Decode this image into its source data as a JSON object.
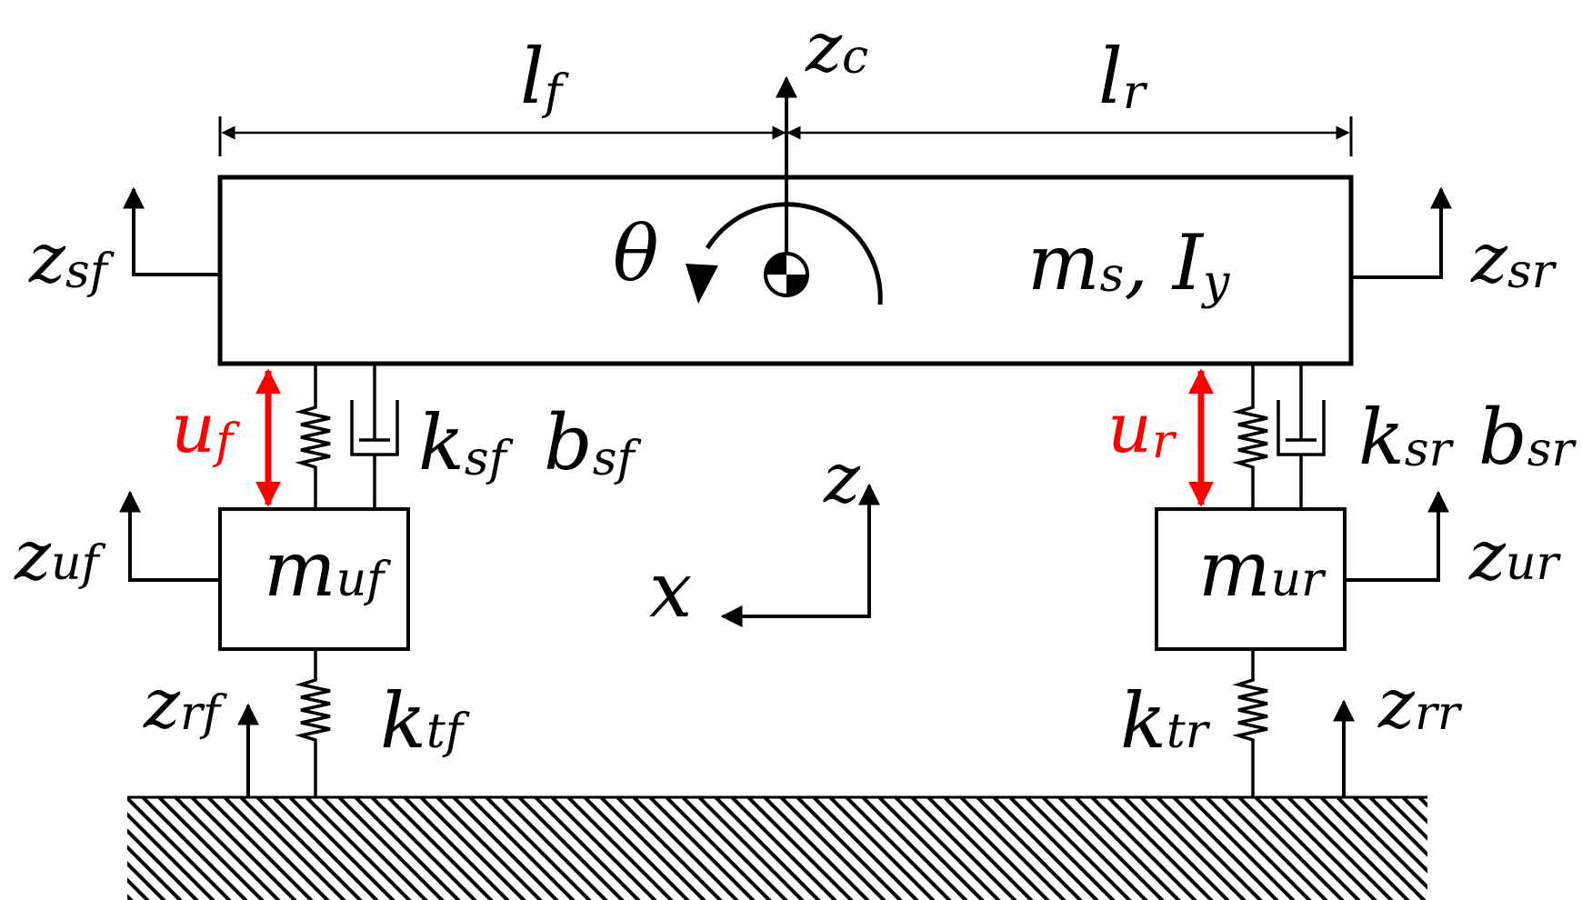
{
  "colors": {
    "line": "#000000",
    "actuator": "#ff0000",
    "background": "#ffffff"
  },
  "labels": {
    "lf": {
      "main": "l",
      "sub": "f"
    },
    "lr": {
      "main": "l",
      "sub": "r"
    },
    "zc": {
      "main": "z",
      "sub": "c"
    },
    "theta": "θ",
    "ms_iy": {
      "m": "m",
      "m_sub": "s",
      "sep": ", ",
      "i": "I",
      "i_sub": "y"
    },
    "zsf": {
      "main": "z",
      "sub": "sf"
    },
    "zsr": {
      "main": "z",
      "sub": "sr"
    },
    "uf": {
      "main": "u",
      "sub": "f"
    },
    "ur": {
      "main": "u",
      "sub": "r"
    },
    "ksf": {
      "main": "k",
      "sub": "sf"
    },
    "bsf": {
      "main": "b",
      "sub": "sf"
    },
    "ksr": {
      "main": "k",
      "sub": "sr"
    },
    "bsr": {
      "main": "b",
      "sub": "sr"
    },
    "z_axis": "z",
    "x_axis": "x",
    "muf": {
      "main": "m",
      "sub": "uf"
    },
    "mur": {
      "main": "m",
      "sub": "ur"
    },
    "zuf": {
      "main": "z",
      "sub": "uf"
    },
    "zur": {
      "main": "z",
      "sub": "ur"
    },
    "ktf": {
      "main": "k",
      "sub": "tf"
    },
    "ktr": {
      "main": "k",
      "sub": "tr"
    },
    "zrf": {
      "main": "z",
      "sub": "rf"
    },
    "zrr": {
      "main": "z",
      "sub": "rr"
    }
  }
}
